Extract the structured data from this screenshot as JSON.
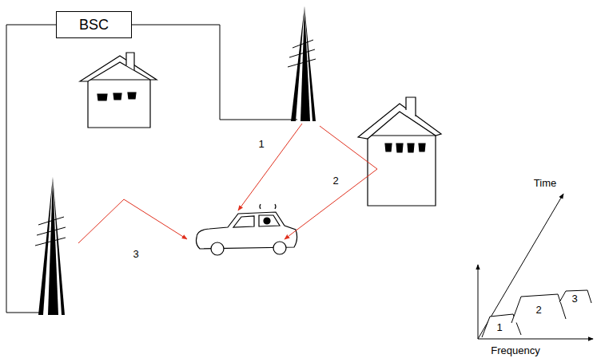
{
  "diagram": {
    "nodes": [
      {
        "text": [
          "BSC"
        ]
      }
    ],
    "labels": [
      "1",
      "2",
      "3",
      "Time",
      "Frequency",
      "1",
      "2",
      "3"
    ]
  }
}
